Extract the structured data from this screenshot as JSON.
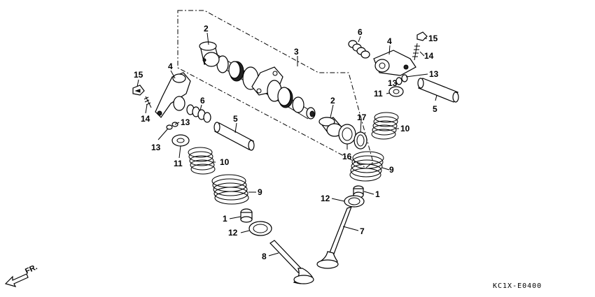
{
  "diagram_code": "KC1X-E0400",
  "direction_label": "FR.",
  "parts": [
    {
      "id": "p2a",
      "text": "2"
    },
    {
      "id": "p3",
      "text": "3"
    },
    {
      "id": "p2b",
      "text": "2"
    },
    {
      "id": "p17",
      "text": "17"
    },
    {
      "id": "p16",
      "text": "16"
    },
    {
      "id": "p4l",
      "text": "4"
    },
    {
      "id": "p15l",
      "text": "15"
    },
    {
      "id": "p14l",
      "text": "14"
    },
    {
      "id": "p6l",
      "text": "6"
    },
    {
      "id": "p13la",
      "text": "13"
    },
    {
      "id": "p13lb",
      "text": "13"
    },
    {
      "id": "p5l",
      "text": "5"
    },
    {
      "id": "p11l",
      "text": "11"
    },
    {
      "id": "p10l",
      "text": "10"
    },
    {
      "id": "p9l",
      "text": "9"
    },
    {
      "id": "p1l",
      "text": "1"
    },
    {
      "id": "p12l",
      "text": "12"
    },
    {
      "id": "p8",
      "text": "8"
    },
    {
      "id": "p6r",
      "text": "6"
    },
    {
      "id": "p4r",
      "text": "4"
    },
    {
      "id": "p15r",
      "text": "15"
    },
    {
      "id": "p14r",
      "text": "14"
    },
    {
      "id": "p13ra",
      "text": "13"
    },
    {
      "id": "p13rb",
      "text": "13"
    },
    {
      "id": "p11r",
      "text": "11"
    },
    {
      "id": "p5r",
      "text": "5"
    },
    {
      "id": "p10r",
      "text": "10"
    },
    {
      "id": "p9r",
      "text": "9"
    },
    {
      "id": "p1r",
      "text": "1"
    },
    {
      "id": "p12r",
      "text": "12"
    },
    {
      "id": "p7",
      "text": "7"
    }
  ]
}
